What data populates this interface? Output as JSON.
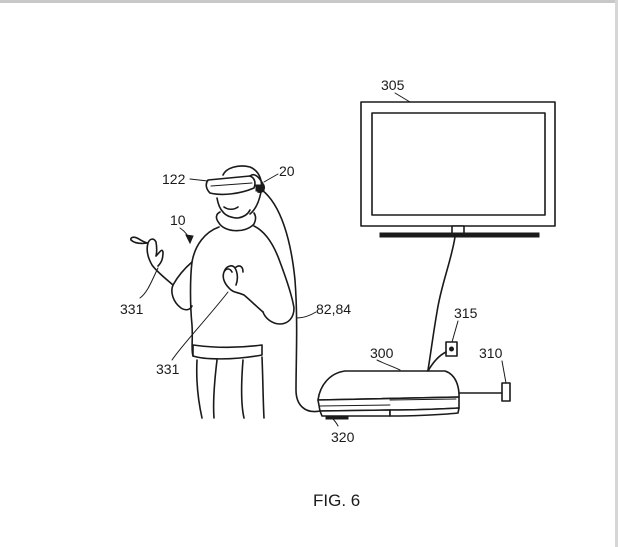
{
  "caption": "FIG. 6",
  "labels": {
    "display": "305",
    "hmd": "122",
    "hmd_strap": "20",
    "user": "10",
    "cable": "82,84",
    "hand_left": "331",
    "hand_right": "331",
    "power_outlet": "315",
    "console": "300",
    "peripheral": "310",
    "console_base": "320"
  }
}
